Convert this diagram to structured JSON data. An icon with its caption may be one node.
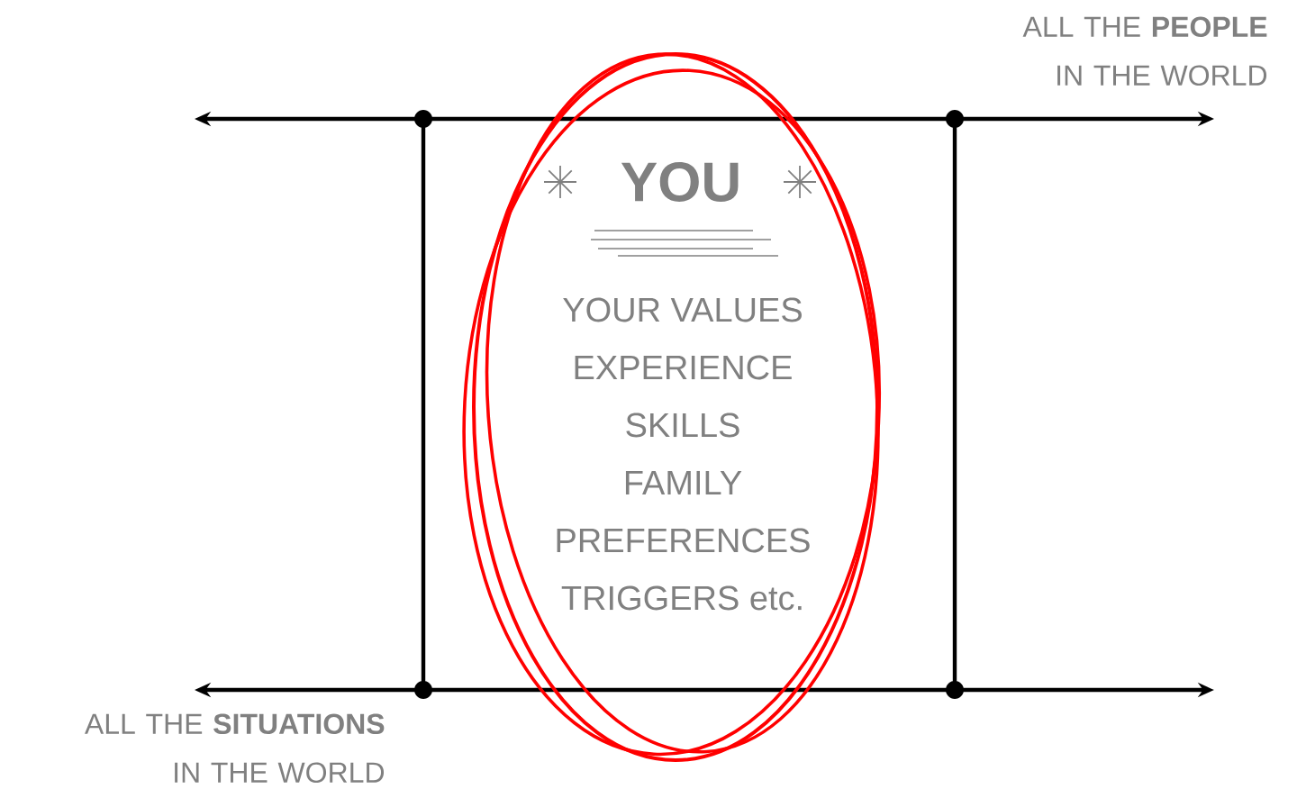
{
  "diagram": {
    "nodes": [
      {
        "text": [
          "YOU",
          "YOUR VALUES",
          "EXPERIENCE",
          "SKILLS",
          "FAMILY",
          "PREFERENCES",
          "TRIGGERS  etc."
        ]
      }
    ],
    "labels": [
      "ALL THE **PEOPLE** IN THE WORLD",
      "ALL THE **SITUATIONS** IN THE WORLD"
    ]
  }
}
